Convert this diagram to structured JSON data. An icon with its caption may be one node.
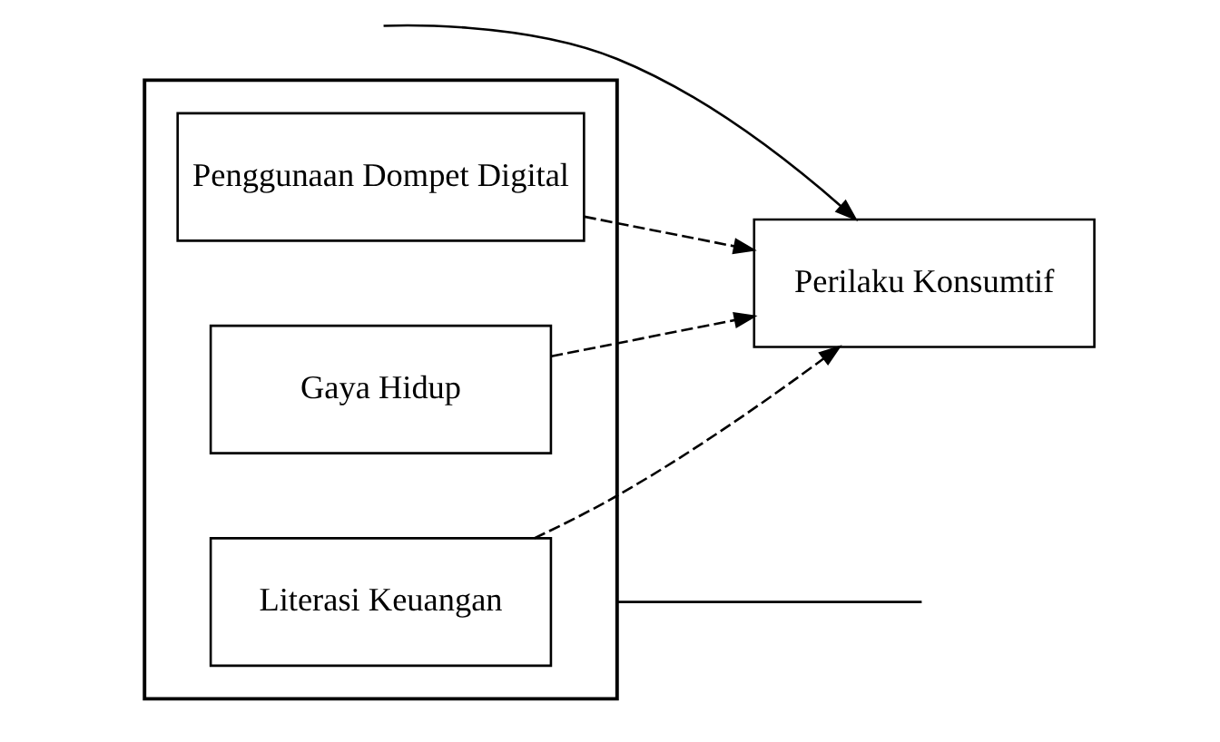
{
  "diagram": {
    "nodes": [
      {
        "text": [],
        "shape": "box"
      },
      {
        "text": [
          "Penggunaan Dompet Digital"
        ],
        "in": 0
      },
      {
        "text": [
          "Gaya Hidup"
        ],
        "in": 0
      },
      {
        "text": [
          "Literasi Keuangan"
        ],
        "in": 0
      },
      {
        "text": [
          "Perilaku Konsumtif"
        ]
      }
    ],
    "edges": [
      {
        "from": 1,
        "to": 4,
        "arrow": "to",
        "style": "dashed"
      },
      {
        "from": 2,
        "to": 4,
        "arrow": "to",
        "style": "dashed"
      },
      {
        "from": 3,
        "to": 4,
        "arrow": "to",
        "style": "dashed"
      },
      {
        "from": 0,
        "to": null,
        "arrow": "none"
      },
      {
        "from": null,
        "to": 4,
        "arrow": "to"
      }
    ]
  }
}
